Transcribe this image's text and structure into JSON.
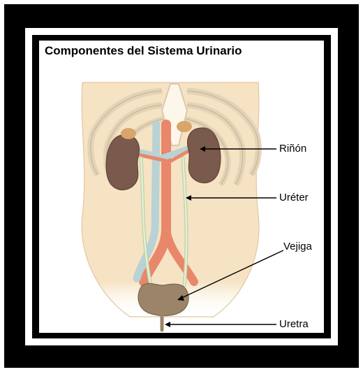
{
  "diagram": {
    "title": "Componentes del Sistema Urinario",
    "labels": {
      "kidney": "Riñón",
      "ureter": "Uréter",
      "bladder": "Vejiga",
      "urethra": "Uretra"
    }
  },
  "colors": {
    "frame": "#000000",
    "skin": "#f6e3c3",
    "ribs": "#fdf6ea",
    "kidney": "#7a5a4c",
    "artery": "#e8876a",
    "vein": "#b8d2d6",
    "ureter": "#d7e4c8",
    "bladder": "#9b8468"
  }
}
